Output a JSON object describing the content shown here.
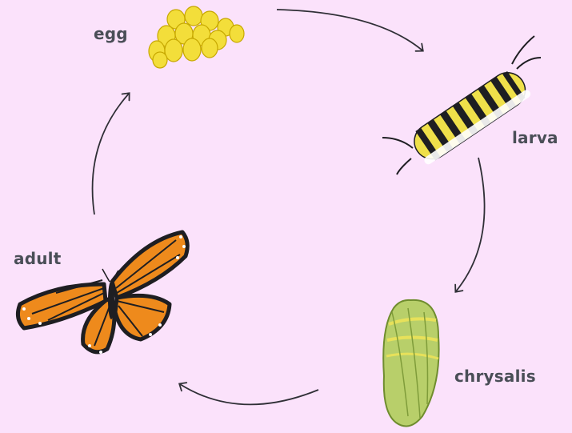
{
  "stages": [
    {
      "id": "egg",
      "label": "egg"
    },
    {
      "id": "larva",
      "label": "larva"
    },
    {
      "id": "chrysalis",
      "label": "chrysalis"
    },
    {
      "id": "adult",
      "label": "adult"
    }
  ],
  "colors": {
    "background": "#fbe2fb",
    "label": "#4a4e57",
    "arrow": "#2f2f36",
    "egg": "#f2dc3a",
    "larva_yellow": "#efe04a",
    "larva_black": "#1e1e22",
    "chrysalis": "#b8cf6a",
    "butterfly_orange": "#ee8a1c"
  },
  "icons": [
    "egg-cluster",
    "caterpillar",
    "chrysalis",
    "monarch-butterfly",
    "cycle-arrow"
  ]
}
